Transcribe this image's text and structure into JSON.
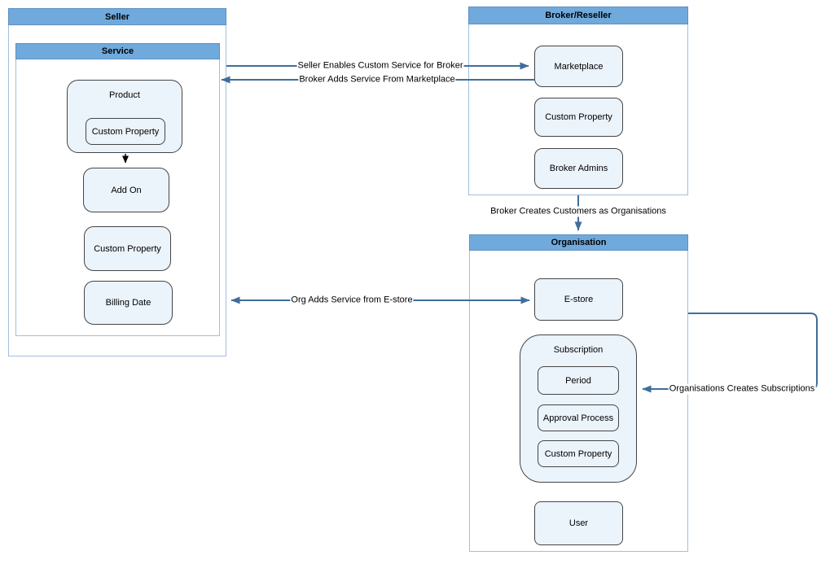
{
  "diagram": {
    "containers": {
      "seller": {
        "title": "Seller"
      },
      "service": {
        "title": "Service"
      },
      "broker": {
        "title": "Broker/Reseller"
      },
      "organisation": {
        "title": "Organisation"
      }
    },
    "nodes": {
      "product": {
        "label": "Product"
      },
      "product_custom_property": {
        "label": "Custom Property"
      },
      "add_on": {
        "label": "Add On"
      },
      "seller_custom_property": {
        "label": "Custom Property"
      },
      "billing_date": {
        "label": "Billing Date"
      },
      "marketplace": {
        "label": "Marketplace"
      },
      "broker_custom_property": {
        "label": "Custom Property"
      },
      "broker_admins": {
        "label": "Broker Admins"
      },
      "e_store": {
        "label": "E-store"
      },
      "subscription": {
        "label": "Subscription"
      },
      "period": {
        "label": "Period"
      },
      "approval_process": {
        "label": "Approval Process"
      },
      "subscription_custom_property": {
        "label": "Custom Property"
      },
      "user": {
        "label": "User"
      }
    },
    "edges": {
      "seller_enables": {
        "label": "Seller Enables Custom Service for Broker"
      },
      "broker_adds": {
        "label": "Broker Adds Service From Marketplace"
      },
      "broker_creates": {
        "label": "Broker Creates Customers as Organisations"
      },
      "org_adds": {
        "label": "Org Adds Service from E-store"
      },
      "org_creates_subs": {
        "label": "Organisations Creates Subscriptions"
      }
    },
    "colors": {
      "header_fill": "#70aadd",
      "header_border": "#5e8fc0",
      "container_border": "#a2bede",
      "node_fill": "#ebf3fb",
      "node_border": "#454545",
      "edge_stroke": "#3f6e9c",
      "black_edge": "#000000"
    }
  }
}
